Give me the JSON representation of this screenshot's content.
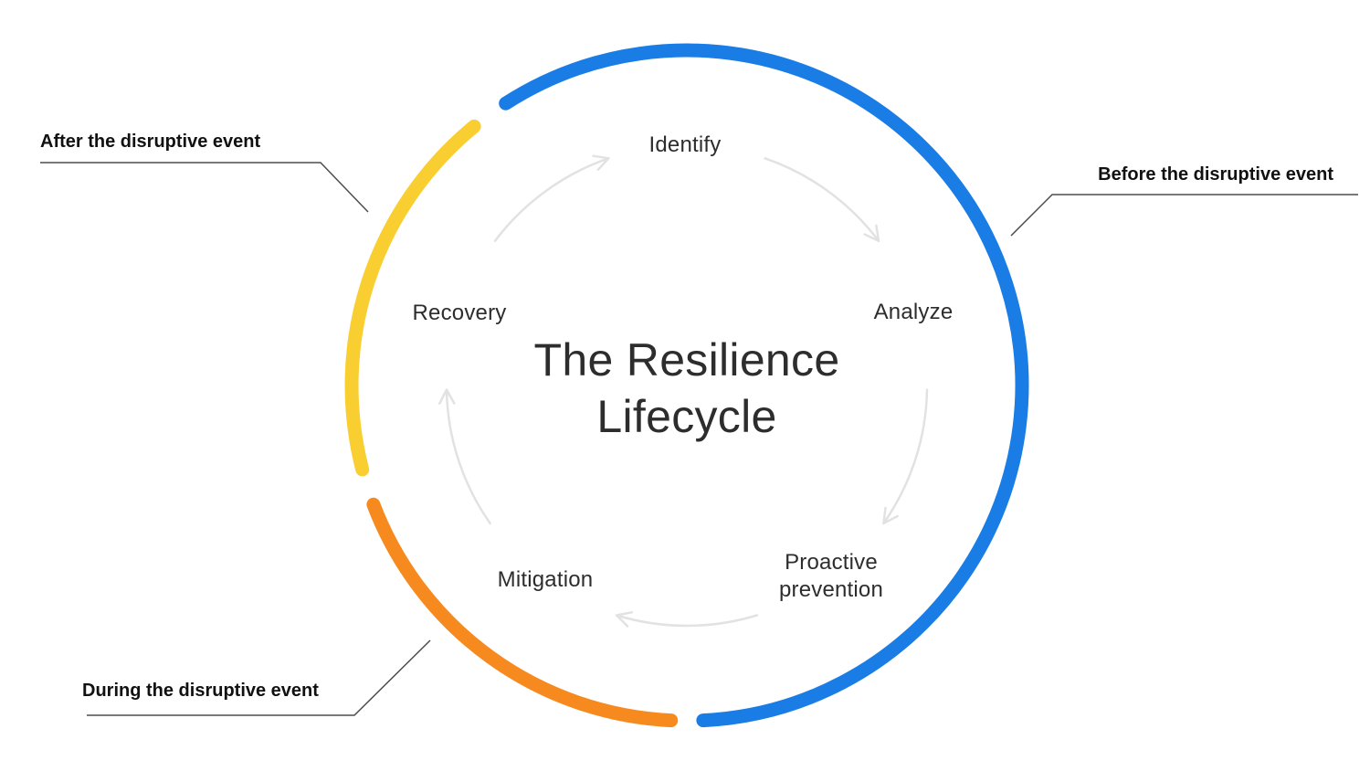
{
  "title": "The Resilience Lifecycle",
  "stages": [
    {
      "label": "Identify"
    },
    {
      "label": "Analyze"
    },
    {
      "label": "Proactive prevention"
    },
    {
      "label": "Mitigation"
    },
    {
      "label": "Recovery"
    }
  ],
  "callouts": {
    "before": {
      "label": "Before the disruptive event"
    },
    "during": {
      "label": "During the disruptive event"
    },
    "after": {
      "label": "After the disruptive event"
    }
  },
  "colors": {
    "before_arc": "#1a7de6",
    "during_arc": "#f68a1f",
    "after_arc": "#f9ce30",
    "arrow": "#e2e2e2",
    "callout_line": "#4d4d4d",
    "title_text": "#2d2d2d",
    "stage_text": "#2d2d2d",
    "callout_text": "#111111",
    "background": "#ffffff"
  }
}
